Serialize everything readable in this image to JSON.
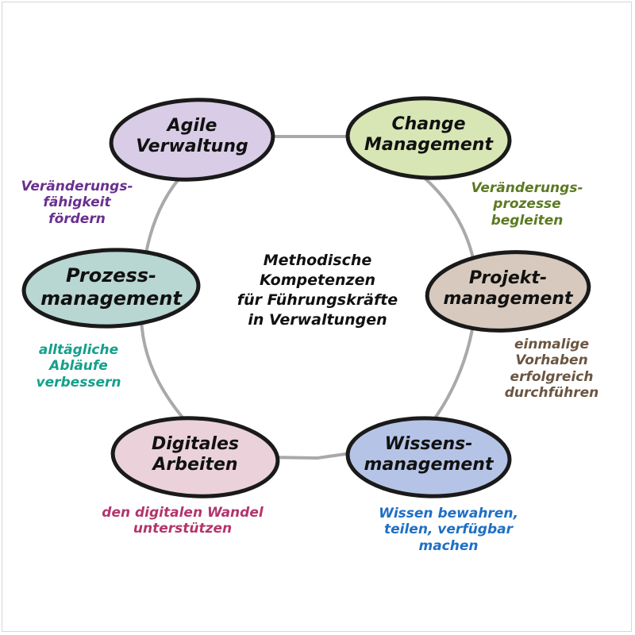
{
  "center": {
    "lines": [
      "Methodische",
      "Kompetenzen",
      "für Führungskräfte",
      "in Verwaltungen"
    ]
  },
  "nodes": [
    {
      "id": "agile",
      "lines": [
        "Agile",
        "Verwaltung"
      ],
      "fill": "#d9cce6",
      "note_lines": [
        "Veränderungs-",
        "fähigkeit",
        "fördern"
      ],
      "note_color": "#6a2f8f"
    },
    {
      "id": "change",
      "lines": [
        "Change",
        "Management"
      ],
      "fill": "#d7e6b4",
      "note_lines": [
        "Veränderungs-",
        "prozesse",
        "begleiten"
      ],
      "note_color": "#5b7a22"
    },
    {
      "id": "projekt",
      "lines": [
        "Projekt-",
        "management"
      ],
      "fill": "#d7c9bd",
      "note_lines": [
        "einmalige",
        "Vorhaben",
        "erfolgreich",
        "durchführen"
      ],
      "note_color": "#6b5541"
    },
    {
      "id": "wissen",
      "lines": [
        "Wissens-",
        "management"
      ],
      "fill": "#b5c4e6",
      "note_lines": [
        "Wissen bewahren,",
        "teilen, verfügbar",
        "machen"
      ],
      "note_color": "#1f6fc4"
    },
    {
      "id": "digital",
      "lines": [
        "Digitales",
        "Arbeiten"
      ],
      "fill": "#ead1da",
      "note_lines": [
        "den digitalen Wandel",
        "unterstützen"
      ],
      "note_color": "#b3356b"
    },
    {
      "id": "prozess",
      "lines": [
        "Prozess-",
        "management"
      ],
      "fill": "#b8d6d2",
      "note_lines": [
        "alltägliche",
        "Abläufe",
        "verbessern"
      ],
      "note_color": "#14a08a"
    }
  ]
}
